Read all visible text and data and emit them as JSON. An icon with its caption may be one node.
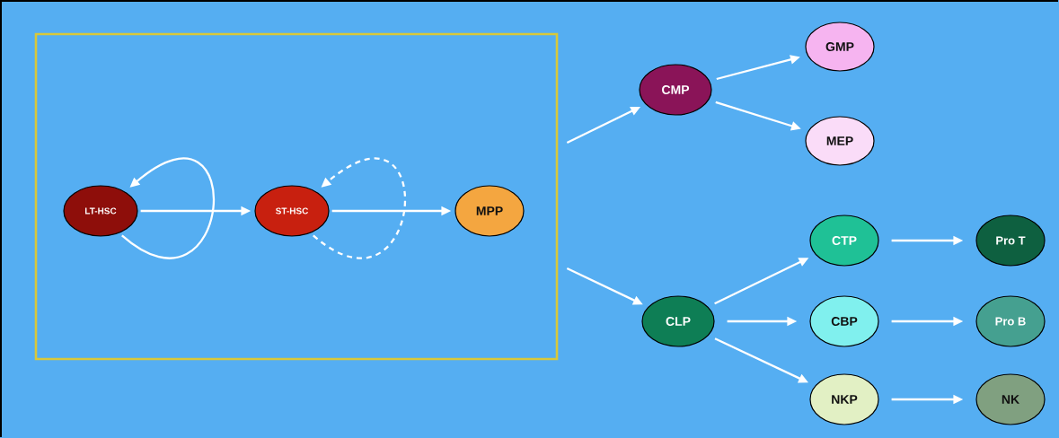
{
  "diagram": {
    "nodes": [
      {
        "text": [],
        "shape": "box"
      },
      {
        "text": [
          "LT-HSC"
        ],
        "in": 0
      },
      {
        "text": [
          "ST-HSC"
        ],
        "in": 0
      },
      {
        "text": [
          "MPP"
        ],
        "in": 0
      },
      {
        "text": [
          "CMP"
        ]
      },
      {
        "text": [
          "GMP"
        ]
      },
      {
        "text": [
          "MEP"
        ]
      },
      {
        "text": [
          "CLP"
        ]
      },
      {
        "text": [
          "CTP"
        ]
      },
      {
        "text": [
          "CBP"
        ]
      },
      {
        "text": [
          "NKP"
        ]
      },
      {
        "text": [
          "Pro T"
        ]
      },
      {
        "text": [
          "Pro B"
        ]
      },
      {
        "text": [
          "NK"
        ]
      }
    ],
    "edges": [
      {
        "from": 1,
        "to": 1,
        "arrow": "to"
      },
      {
        "from": 2,
        "to": 2,
        "arrow": "to",
        "style": "dashed"
      },
      {
        "from": 1,
        "to": 2,
        "arrow": "to"
      },
      {
        "from": 2,
        "to": 3,
        "arrow": "to"
      },
      {
        "from": 0,
        "to": 4,
        "arrow": "to"
      },
      {
        "from": 0,
        "to": 7,
        "arrow": "to"
      },
      {
        "from": 4,
        "to": 5,
        "arrow": "to"
      },
      {
        "from": 4,
        "to": 6,
        "arrow": "to"
      },
      {
        "from": 7,
        "to": 8,
        "arrow": "to"
      },
      {
        "from": 7,
        "to": 9,
        "arrow": "to"
      },
      {
        "from": 7,
        "to": 10,
        "arrow": "to"
      },
      {
        "from": 8,
        "to": 11,
        "arrow": "to"
      },
      {
        "from": 9,
        "to": 12,
        "arrow": "to"
      },
      {
        "from": 10,
        "to": 13,
        "arrow": "to"
      }
    ]
  }
}
